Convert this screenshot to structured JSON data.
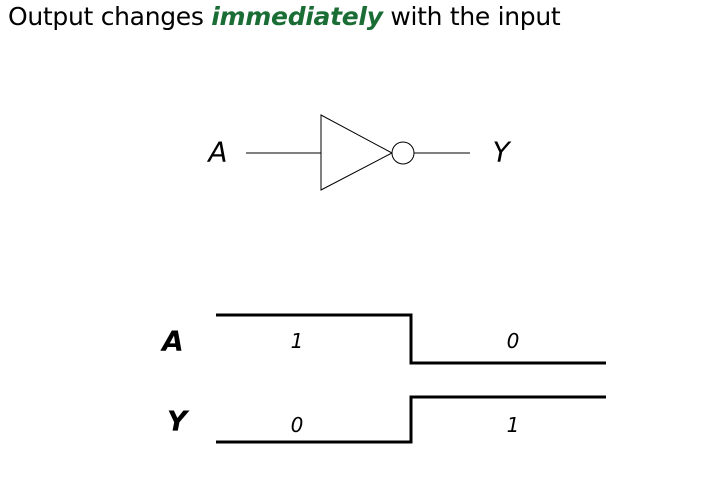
{
  "title": {
    "prefix": "Output changes ",
    "emphasis": "immediately",
    "suffix": " with the input",
    "emphasis_color": "#1a6e35"
  },
  "gate": {
    "type": "NOT",
    "input_label": "A",
    "output_label": "Y"
  },
  "waveforms": [
    {
      "signal": "A",
      "values": [
        "1",
        "0"
      ]
    },
    {
      "signal": "Y",
      "values": [
        "0",
        "1"
      ]
    }
  ]
}
